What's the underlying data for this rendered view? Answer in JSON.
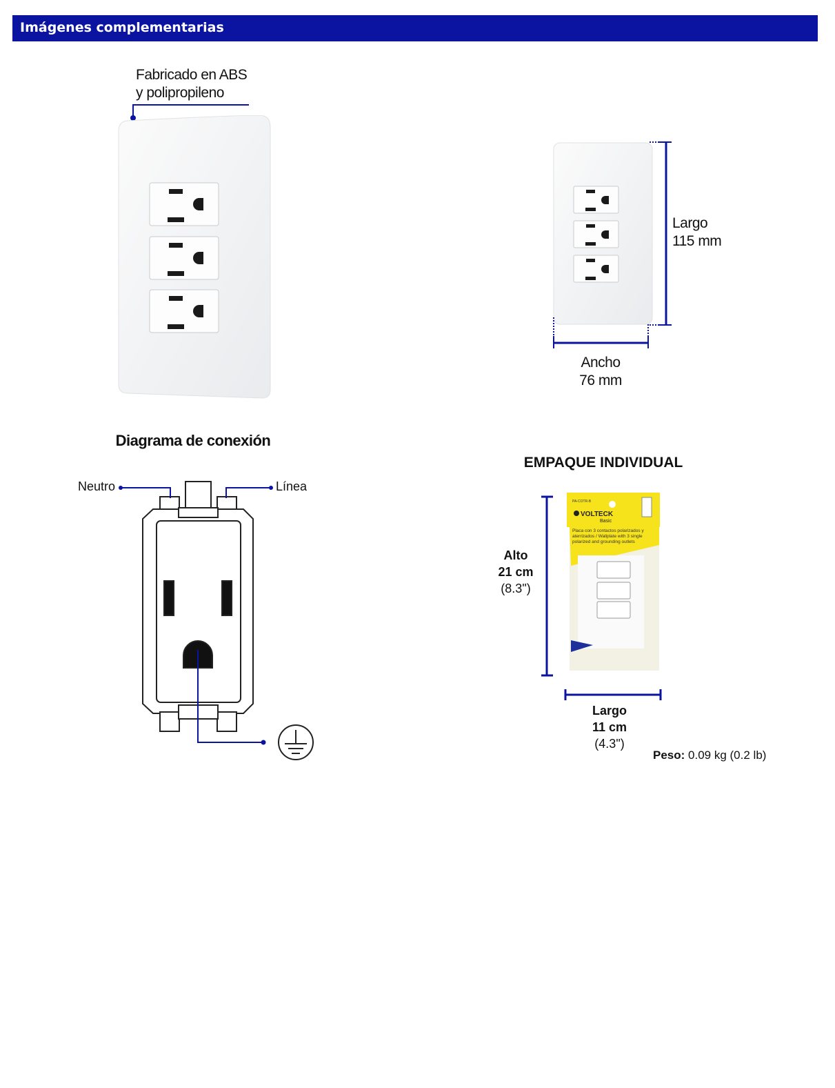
{
  "header": {
    "title": "Imágenes complementarias",
    "color": "#0b14a0"
  },
  "material_callout": {
    "line1": "Fabricado en ABS",
    "line2": "y polipropileno"
  },
  "dimensions": {
    "length_label": "Largo",
    "length_value": "115 mm",
    "width_label": "Ancho",
    "width_value": "76 mm"
  },
  "connection_diagram": {
    "title": "Diagrama de conexión",
    "neutral_label": "Neutro",
    "line_label": "Línea",
    "ground_icon": "ground-symbol-icon"
  },
  "packaging": {
    "title": "EMPAQUE INDIVIDUAL",
    "height_label": "Alto",
    "height_value": "21 cm",
    "height_inches": "(8.3\")",
    "length_label": "Largo",
    "length_value": "11 cm",
    "length_inches": "(4.3\")",
    "weight_label": "Peso:",
    "weight_value": "0.09 kg (0.2 lb)",
    "package_brand": "VOLTECK",
    "package_sub": "Basic",
    "package_code": "PA-COTR-B",
    "package_text": "Placa con 3 contactos polarizados y aterrizados / Wallplate with 3 single polarized and grounding outlets"
  },
  "accent_color": "#0b14a0"
}
